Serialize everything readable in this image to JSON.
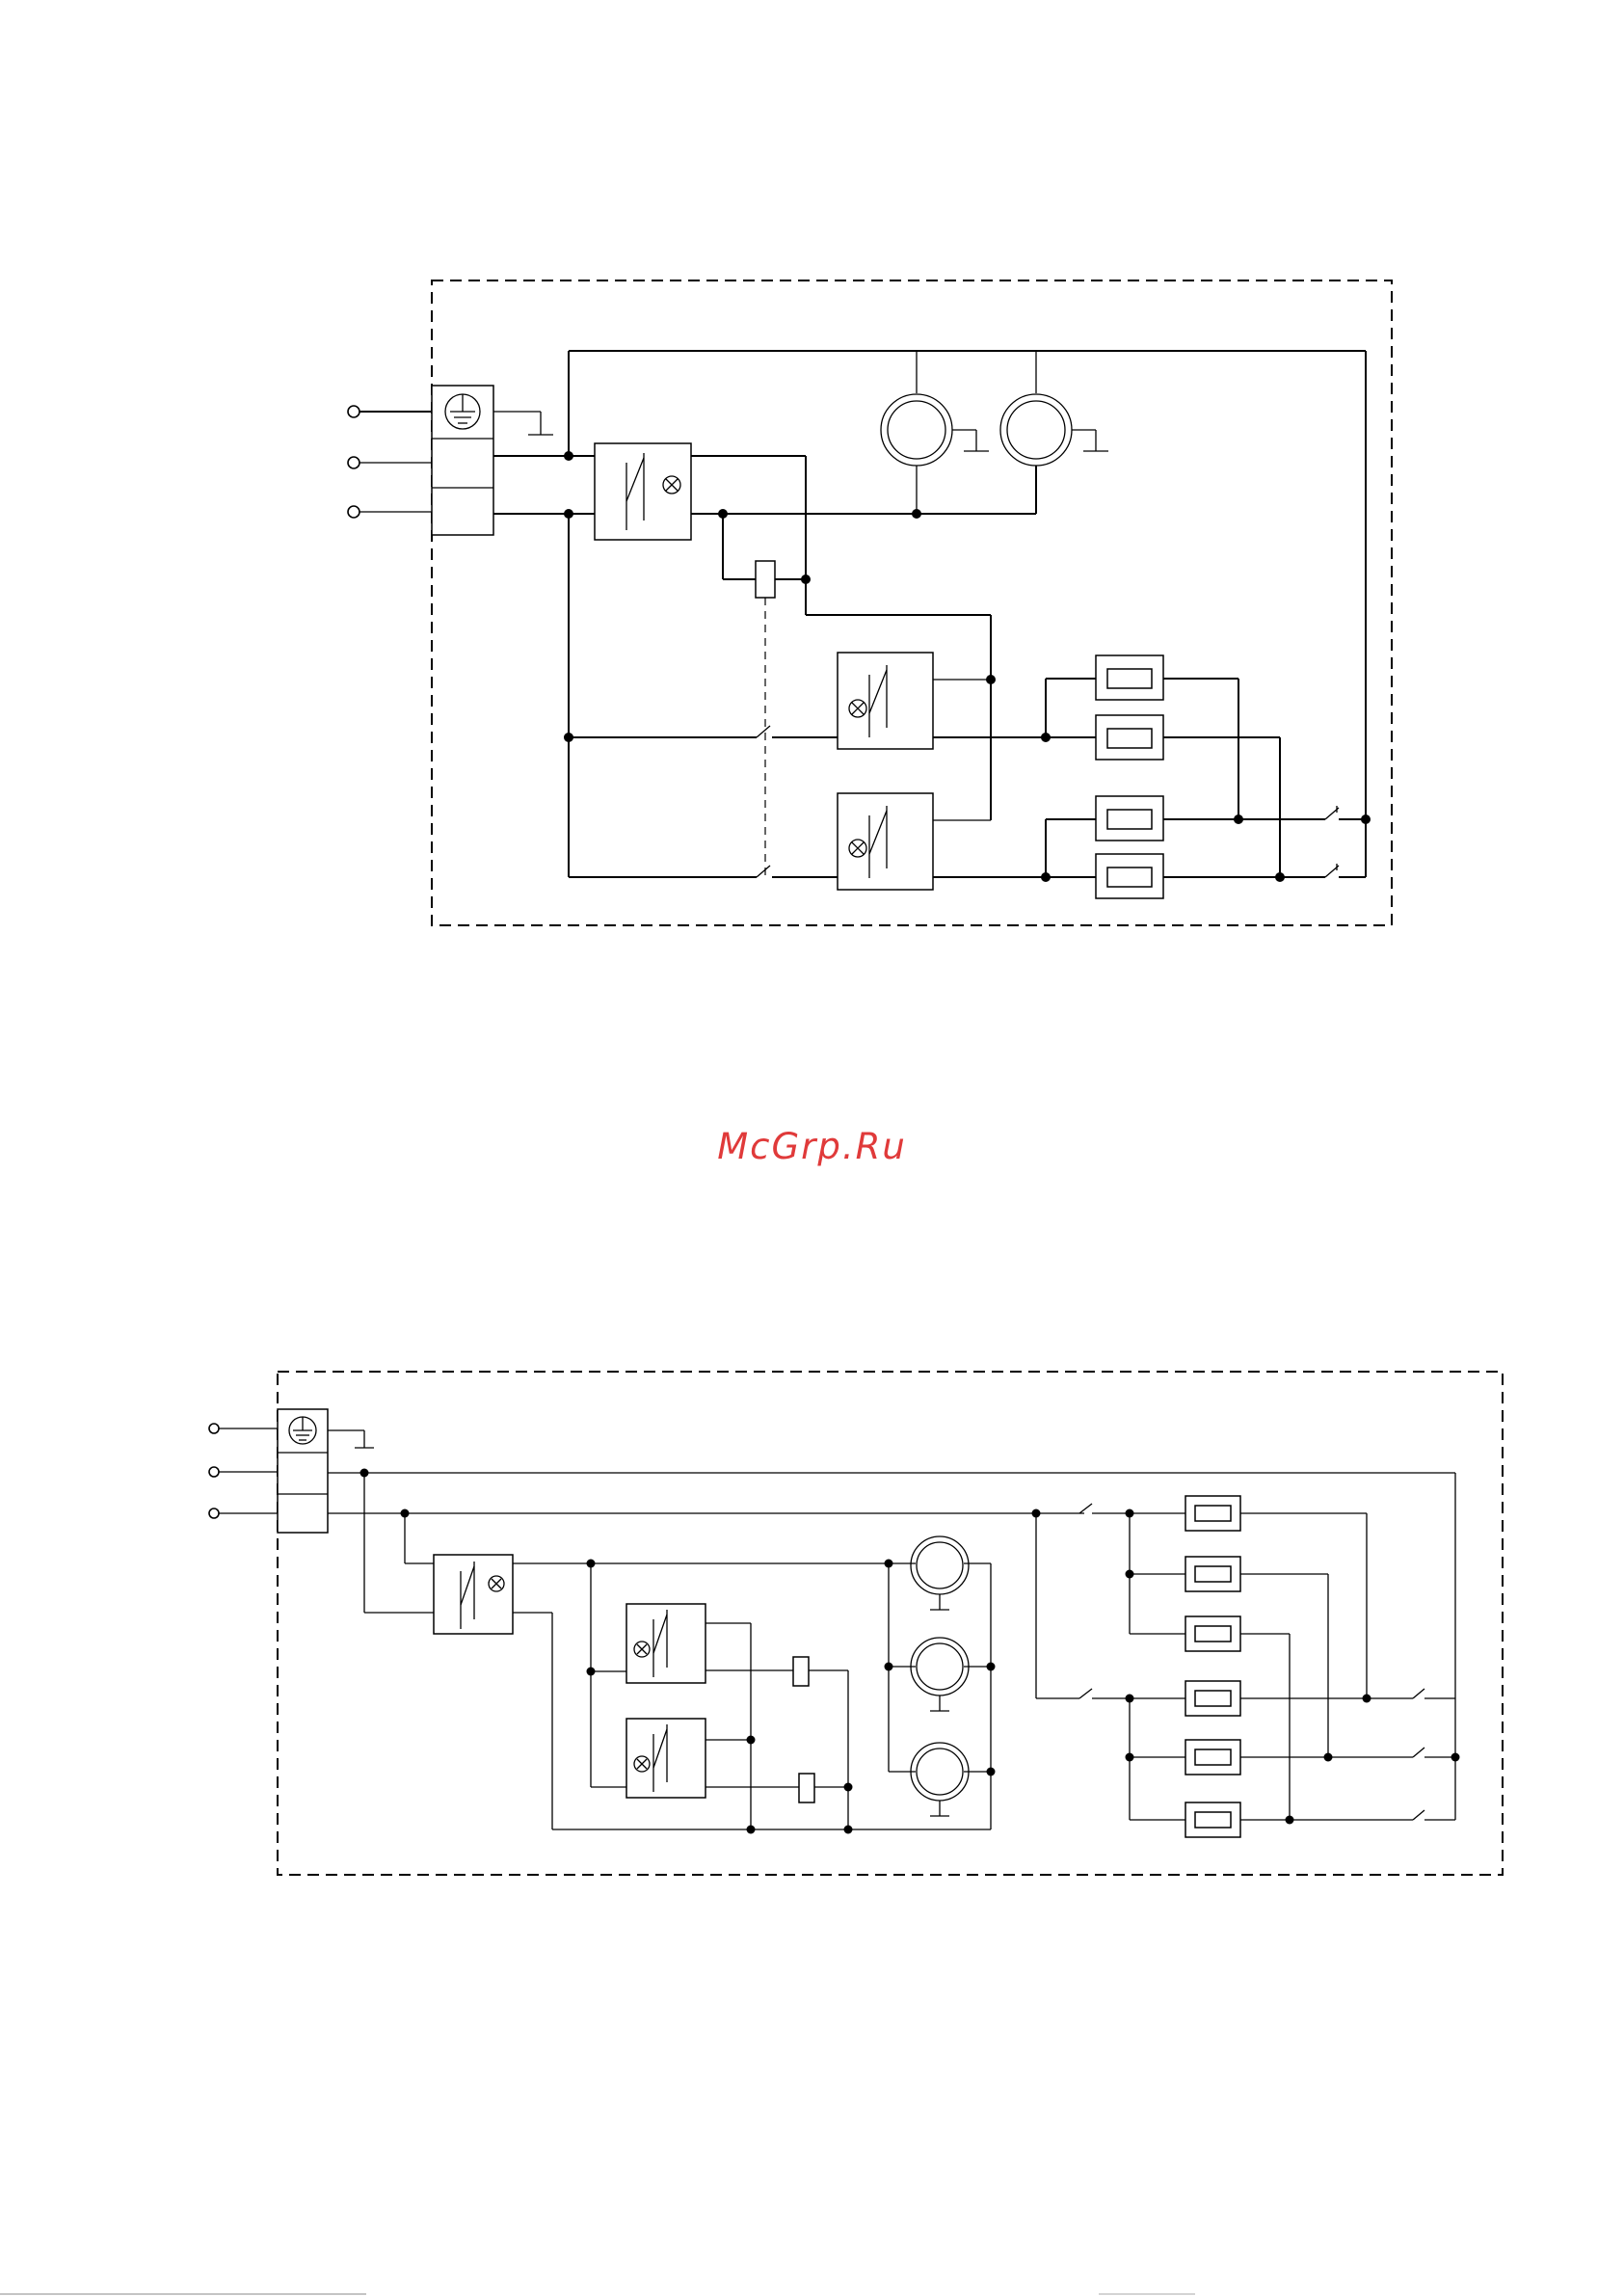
{
  "watermark": {
    "text": "McGrp.Ru",
    "color": "#e03a3a"
  },
  "diagrams": [
    {
      "name": "top-wiring-schematic",
      "motors": 2,
      "relay_units": 2,
      "heater_elements": 4,
      "switches": 2
    },
    {
      "name": "bottom-wiring-schematic",
      "motors": 3,
      "relay_units": 3,
      "heater_elements": 6,
      "switches": 3
    }
  ],
  "colors": {
    "line": "#000000",
    "background": "#ffffff"
  }
}
